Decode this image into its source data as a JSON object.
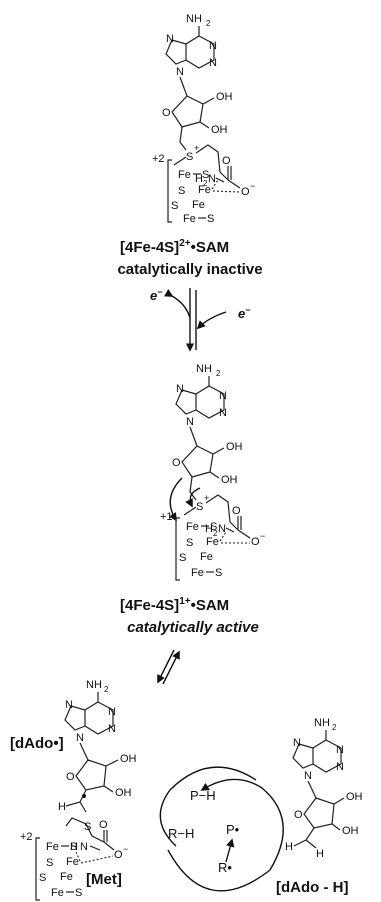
{
  "atoms": {
    "nh2": "NH",
    "two": "2",
    "n": "N",
    "o": "O",
    "oh": "OH",
    "s": "S",
    "plus": "+",
    "h2n": "H",
    "n2": "N",
    "fe": "Fe",
    "ominus": "O",
    "minus": "−",
    "h": "H",
    "ph": "P−H",
    "rh": "R−H",
    "pdot": "P•",
    "rdot": "R•"
  },
  "charges": {
    "plus2": "+2",
    "plus1": "+1"
  },
  "states": {
    "inactive_label": "[4Fe-4S]",
    "inactive_sup": "2+",
    "inactive_suffix": "•SAM",
    "inactive_desc": "catalytically inactive",
    "active_label": "[4Fe-4S]",
    "active_sup": "1+",
    "active_suffix": "•SAM",
    "active_desc": "catalytically active"
  },
  "electron": "e",
  "electron_sup": "−",
  "products": {
    "dado_radical": "[dAdo•]",
    "met": "[Met]",
    "dado_h": "[dAdo - H]"
  }
}
